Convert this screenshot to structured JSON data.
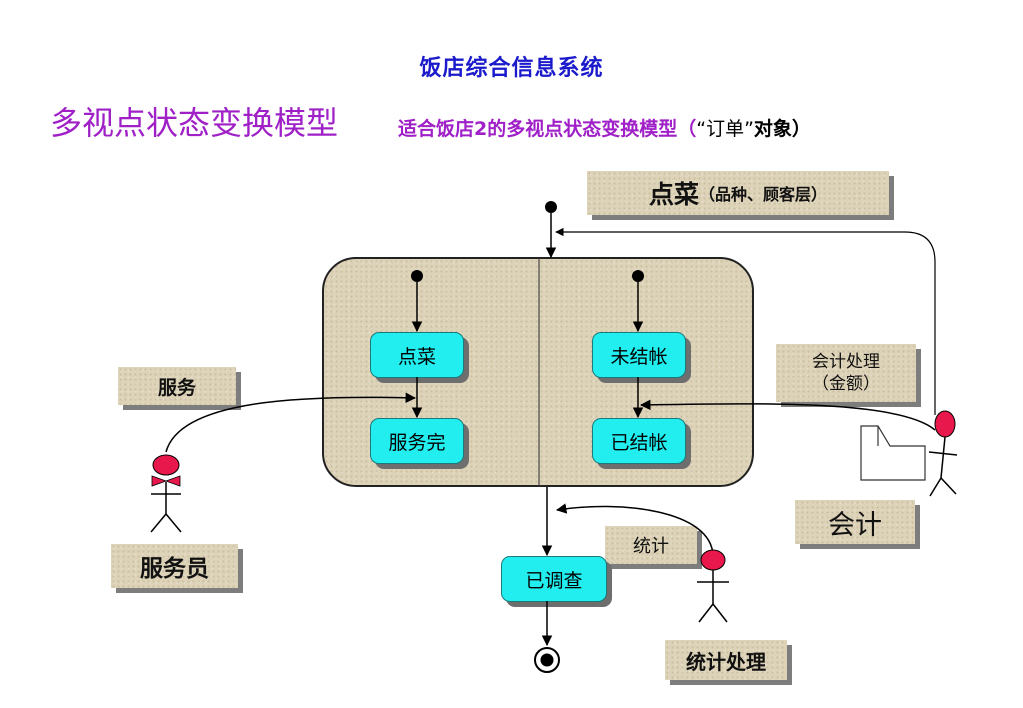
{
  "header": {
    "title": "饭店综合信息系统"
  },
  "model": {
    "title": "多视点状态变换模型",
    "subtitle_prefix": "适合饭店2的多视点状态变换模型（",
    "subtitle_object": "“订单”",
    "subtitle_suffix": "对象）"
  },
  "notes": {
    "order_dish_main": "点菜",
    "order_dish_detail": "（品种、顾客层）",
    "service": "服务",
    "accounting_line1": "会计处理",
    "accounting_line2": "（金额）",
    "statistics": "统计"
  },
  "actors": {
    "waiter": "服务员",
    "accountant": "会计",
    "statistics_processing": "统计处理"
  },
  "states": {
    "ordered": "点菜",
    "served": "服务完",
    "unpaid": "未结帐",
    "paid": "已结帐",
    "surveyed": "已调查"
  },
  "colors": {
    "header": "#1a1acc",
    "title": "#a020c8",
    "state_fill": "#22eef0",
    "note_fill": "#ddd3b8",
    "actor_head": "#e8184c"
  }
}
